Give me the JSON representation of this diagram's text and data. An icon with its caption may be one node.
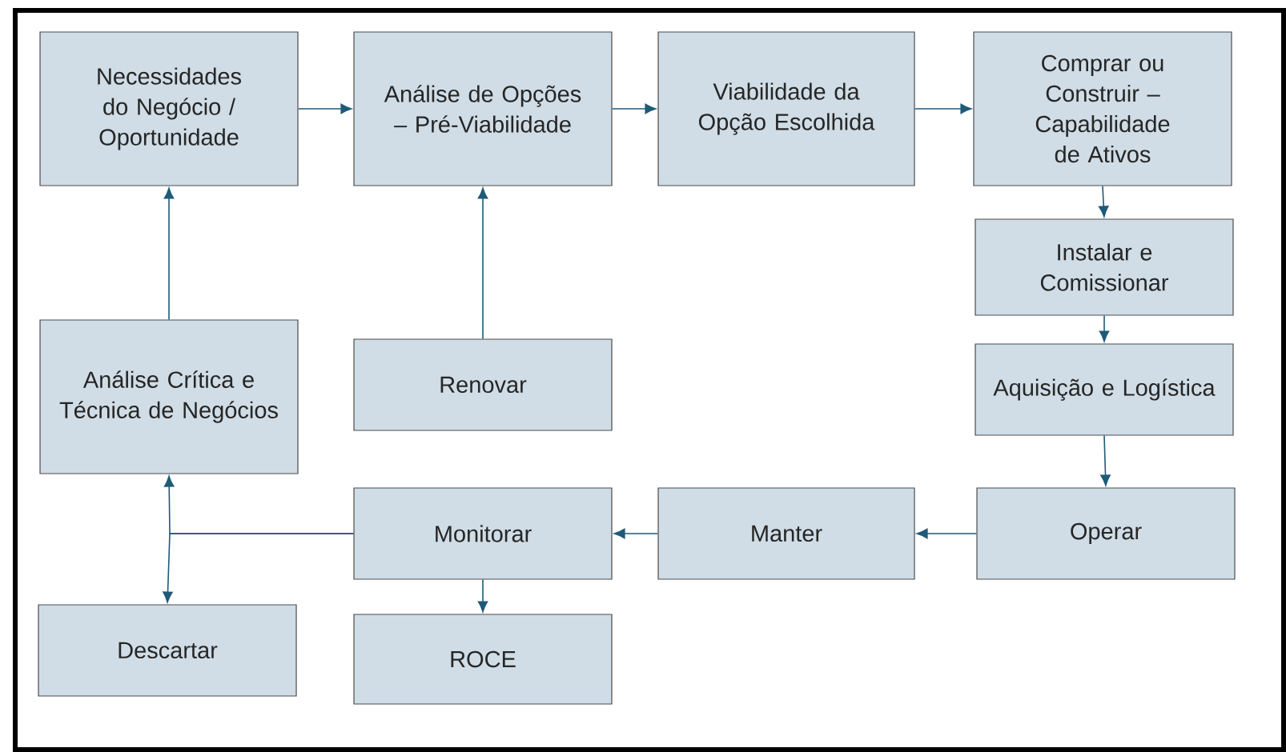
{
  "diagram": {
    "nodes": [
      {
        "text": [
          "Necessidades do Negócio / Oportunidade"
        ]
      },
      {
        "text": [
          "Análise de Opções – Pré-Viabilidade"
        ]
      },
      {
        "text": [
          "Viabilidade da Opção Escolhida"
        ]
      },
      {
        "text": [
          "Comprar ou Construir – Capabilidade de Ativos"
        ]
      },
      {
        "text": [
          "Instalar e Comissionar"
        ]
      },
      {
        "text": [
          "Aquisição e Logística"
        ]
      },
      {
        "text": [
          "Operar"
        ]
      },
      {
        "text": [
          "Manter"
        ]
      },
      {
        "text": [
          "Monitorar"
        ]
      },
      {
        "text": [
          "ROCE"
        ]
      },
      {
        "text": [
          "Descartar"
        ]
      },
      {
        "text": [
          "Análise Crítica e Técnica de Negócios"
        ]
      },
      {
        "text": [
          "Renovar"
        ]
      }
    ],
    "edges": [
      {
        "from": 0,
        "to": 1,
        "arrow": "to"
      },
      {
        "from": 1,
        "to": 2,
        "arrow": "to"
      },
      {
        "from": 2,
        "to": 3,
        "arrow": "to"
      },
      {
        "from": 3,
        "to": 4,
        "arrow": "to"
      },
      {
        "from": 4,
        "to": 5,
        "arrow": "to"
      },
      {
        "from": 5,
        "to": 6,
        "arrow": "to"
      },
      {
        "from": 6,
        "to": 7,
        "arrow": "to"
      },
      {
        "from": 7,
        "to": 8,
        "arrow": "to"
      },
      {
        "from": 8,
        "to": 11,
        "arrow": "to"
      },
      {
        "from": 8,
        "to": 10,
        "arrow": "to"
      },
      {
        "from": 8,
        "to": 9,
        "arrow": "to"
      },
      {
        "from": 11,
        "to": 0,
        "arrow": "to"
      },
      {
        "from": 12,
        "to": 1,
        "arrow": "to"
      }
    ]
  }
}
